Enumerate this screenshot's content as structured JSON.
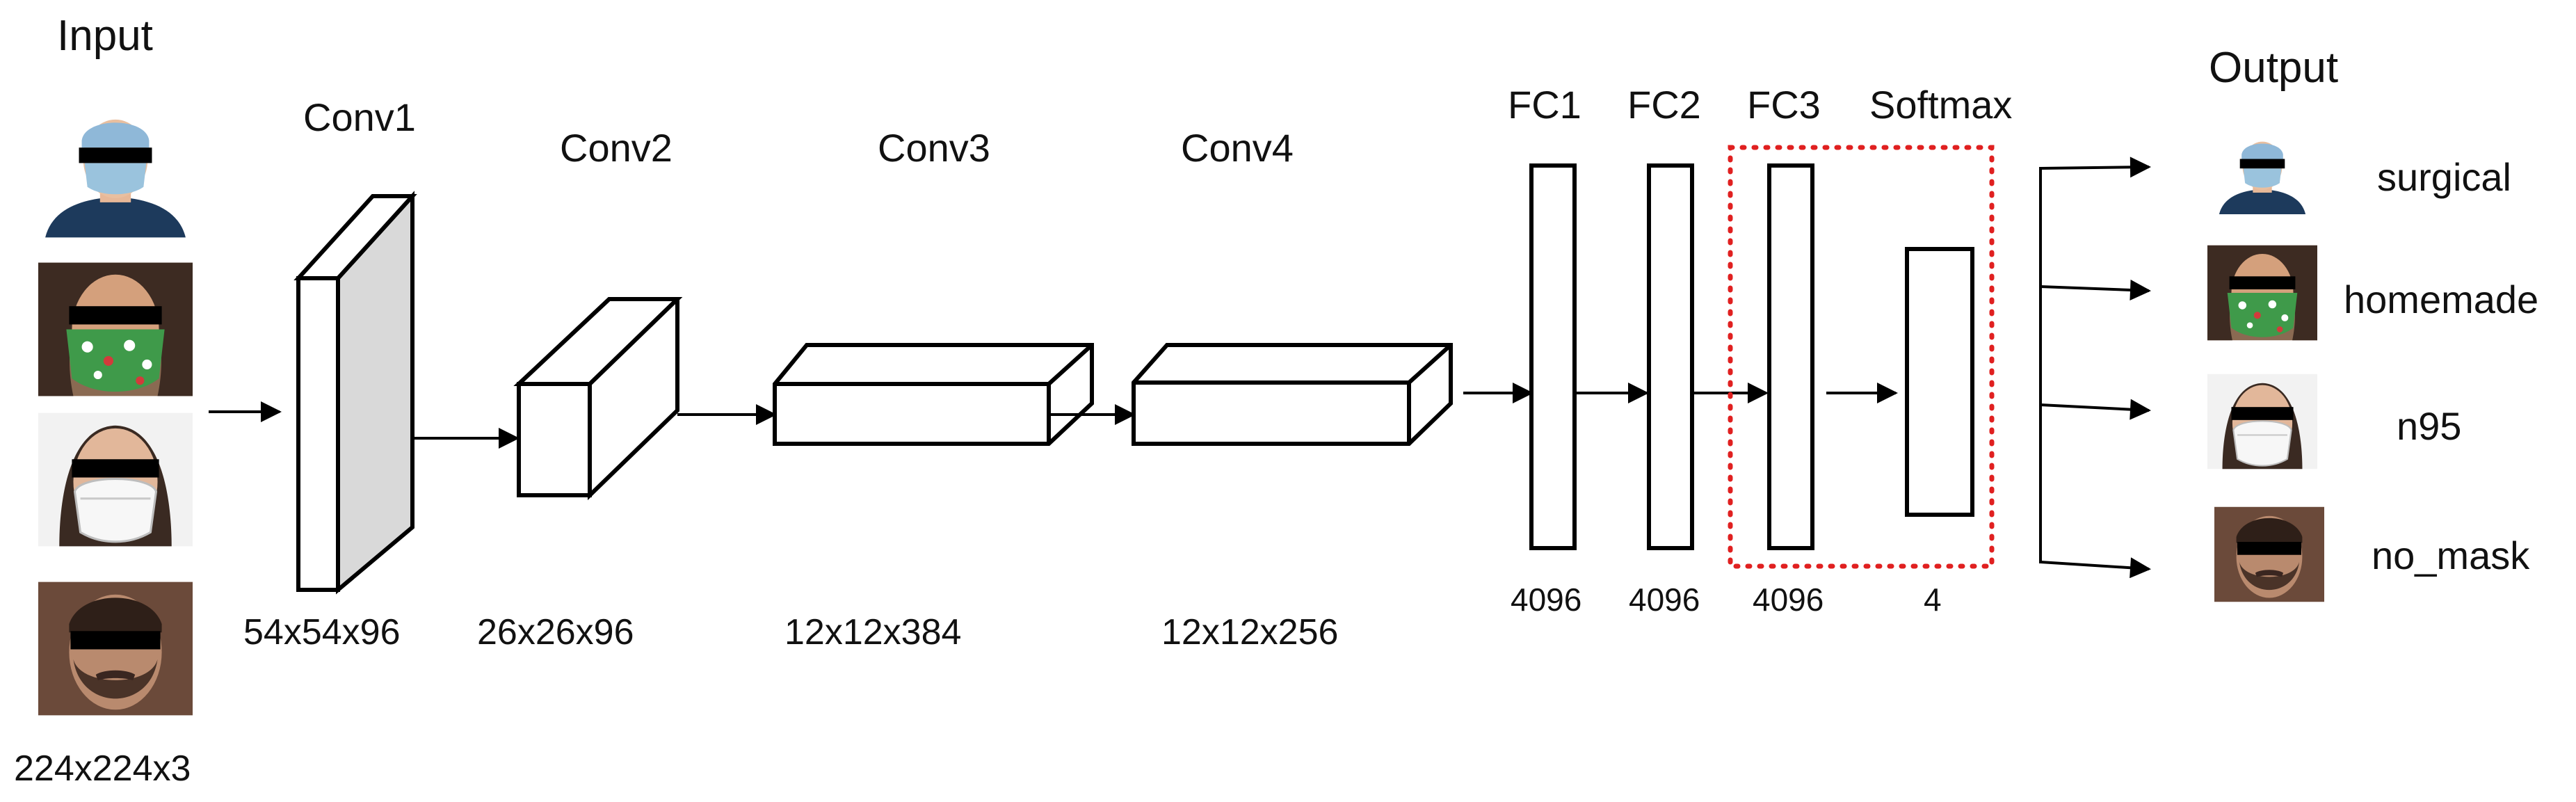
{
  "input": {
    "title": "Input",
    "size": "224x224x3",
    "images": [
      {
        "id": "input-surgical",
        "mask": "surgical"
      },
      {
        "id": "input-homemade",
        "mask": "homemade"
      },
      {
        "id": "input-n95",
        "mask": "n95"
      },
      {
        "id": "input-no-mask",
        "mask": "no_mask"
      }
    ]
  },
  "layers": [
    {
      "name": "Conv1",
      "dims": "54x54x96"
    },
    {
      "name": "Conv2",
      "dims": "26x26x96"
    },
    {
      "name": "Conv3",
      "dims": "12x12x384"
    },
    {
      "name": "Conv4",
      "dims": "12x12x256"
    },
    {
      "name": "FC1",
      "dims": "4096"
    },
    {
      "name": "FC2",
      "dims": "4096"
    },
    {
      "name": "FC3",
      "dims": "4096"
    },
    {
      "name": "Softmax",
      "dims": "4"
    }
  ],
  "output": {
    "title": "Output",
    "classes": [
      "surgical",
      "homemade",
      "n95",
      "no_mask"
    ]
  },
  "colors": {
    "highlight": "#e02020",
    "face_side_gray": "#d9d9d9"
  }
}
